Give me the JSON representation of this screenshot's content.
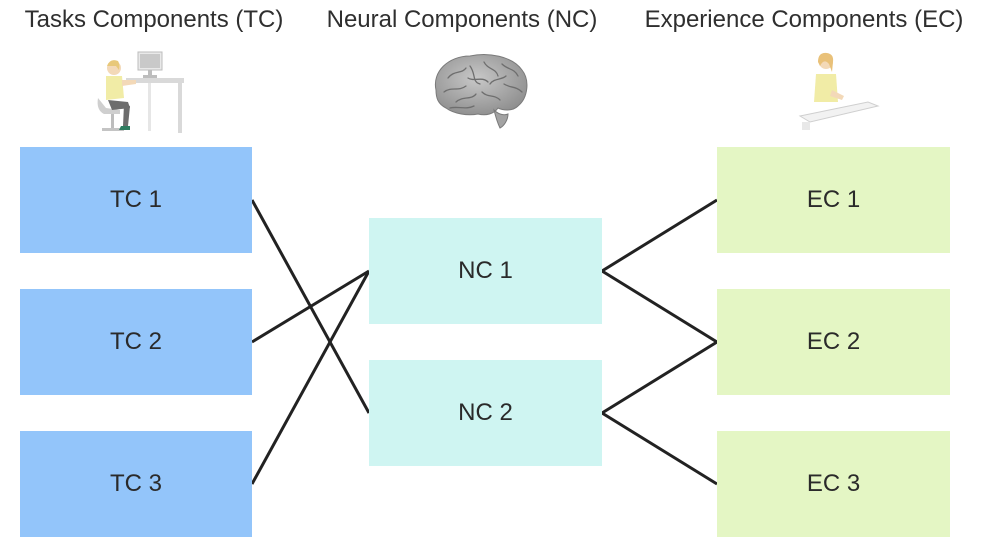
{
  "headers": {
    "tasks": "Tasks Components (TC)",
    "neural": "Neural Components (NC)",
    "experience": "Experience Components (EC)"
  },
  "tasks": [
    "TC 1",
    "TC 2",
    "TC 3"
  ],
  "neural": [
    "NC 1",
    "NC 2"
  ],
  "experience": [
    "EC 1",
    "EC 2",
    "EC 3"
  ],
  "connections": [
    [
      "TC 1",
      "NC 2"
    ],
    [
      "TC 2",
      "NC 1"
    ],
    [
      "TC 3",
      "NC 1"
    ],
    [
      "NC 1",
      "EC 1"
    ],
    [
      "NC 1",
      "EC 2"
    ],
    [
      "NC 2",
      "EC 2"
    ],
    [
      "NC 2",
      "EC 3"
    ]
  ],
  "colors": {
    "tasks": "#93c5fa",
    "neural": "#cff5f2",
    "experience": "#e4f6c4",
    "line": "#222222"
  },
  "icons": {
    "tasks": "person-at-desk-icon",
    "neural": "brain-icon",
    "experience": "person-writing-icon"
  }
}
